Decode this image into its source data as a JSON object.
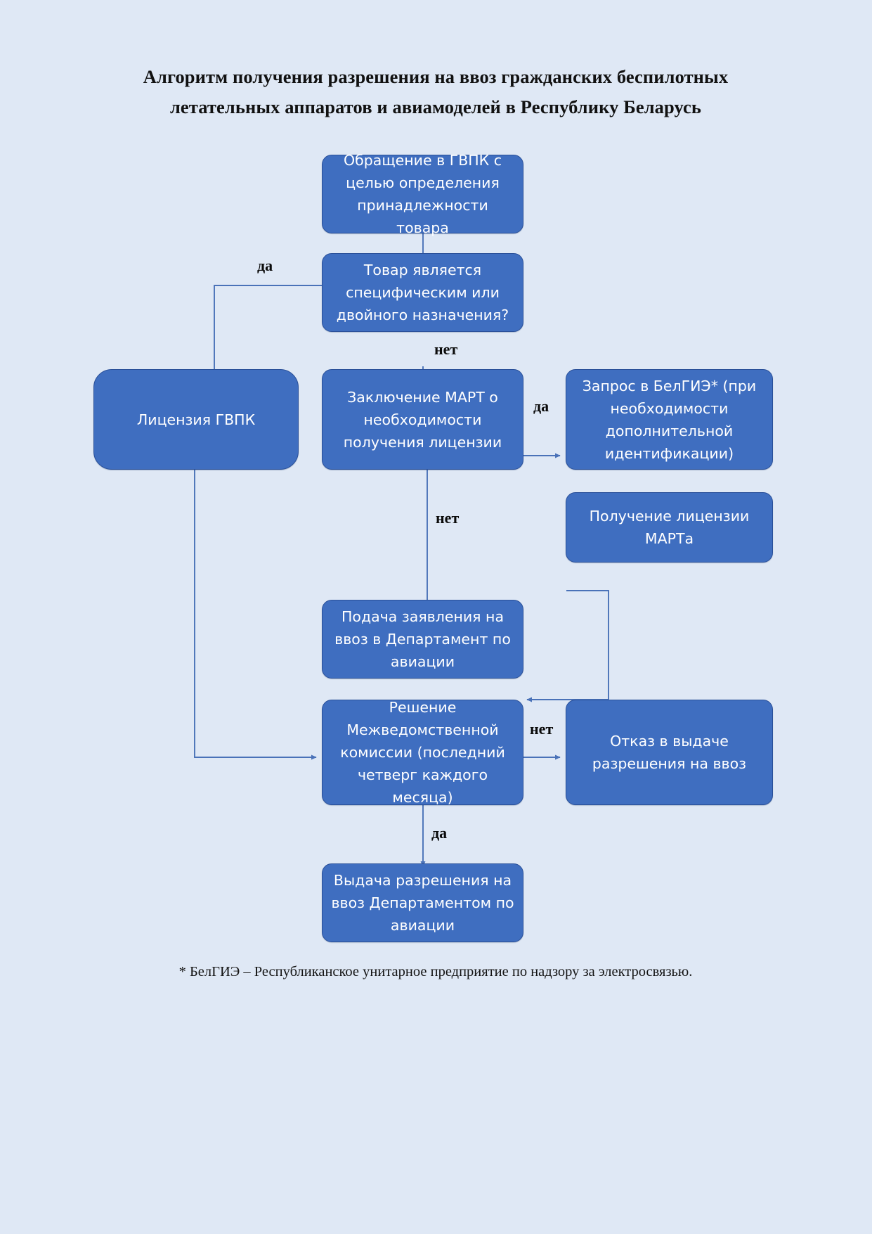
{
  "page": {
    "title_line1": "Алгоритм получения разрешения на ввоз гражданских беспилотных",
    "title_line2": "летательных аппаратов и авиамоделей в Республику Беларусь",
    "footnote": "* БелГИЭ – Республиканское унитарное предприятие по надзору за электросвязью.",
    "background_color": "#dfe8f5",
    "node_fill_color": "#3f6ec0",
    "node_border_color": "#2a5099",
    "node_text_color": "#ffffff",
    "connector_color": "#4a72b8",
    "label_text_color": "#0b0b0b"
  },
  "chart_data": {
    "type": "diagram",
    "diagram_kind": "flowchart",
    "title": "Алгоритм получения разрешения на ввоз гражданских беспилотных летательных аппаратов и авиамоделей в Республику Беларусь",
    "nodes": [
      {
        "id": "n1",
        "label": "Обращение в ГВПК с целью определения принадлежности товара",
        "shape": "rounded-rect"
      },
      {
        "id": "n2",
        "label": "Товар является специфическим или двойного назначения?",
        "shape": "rounded-rect"
      },
      {
        "id": "n3",
        "label": "Лицензия ГВПК",
        "shape": "rounded-rect"
      },
      {
        "id": "n4",
        "label": "Заключение МАРТ о необходимости получения лицензии",
        "shape": "rounded-rect"
      },
      {
        "id": "n5",
        "label": "Запрос в БелГИЭ* (при необходимости дополнительной идентификации)",
        "shape": "rounded-rect"
      },
      {
        "id": "n6",
        "label": "Получение лицензии МАРТа",
        "shape": "rounded-rect"
      },
      {
        "id": "n7",
        "label": "Подача заявления на ввоз в Департамент по авиации",
        "shape": "rounded-rect"
      },
      {
        "id": "n8",
        "label": "Решение Межведомственной комиссии (последний четверг каждого месяца)",
        "shape": "rounded-rect"
      },
      {
        "id": "n9",
        "label": "Отказ в выдаче разрешения на ввоз",
        "shape": "rounded-rect"
      },
      {
        "id": "n10",
        "label": "Выдача разрешения на ввоз Департаментом по авиации",
        "shape": "rounded-rect"
      }
    ],
    "edges": [
      {
        "from": "n1",
        "to": "n2",
        "label": ""
      },
      {
        "from": "n2",
        "to": "n3",
        "label": "да"
      },
      {
        "from": "n2",
        "to": "n4",
        "label": "нет"
      },
      {
        "from": "n4",
        "to": "n5",
        "label": "да"
      },
      {
        "from": "n4",
        "to": "n7",
        "label": "нет"
      },
      {
        "from": "n5",
        "to": "n6",
        "label": ""
      },
      {
        "from": "n6",
        "to": "n7",
        "label": ""
      },
      {
        "from": "n3",
        "to": "n8",
        "label": ""
      },
      {
        "from": "n7",
        "to": "n8",
        "label": ""
      },
      {
        "from": "n8",
        "to": "n9",
        "label": "нет"
      },
      {
        "from": "n8",
        "to": "n10",
        "label": "да"
      }
    ],
    "edge_labels": [
      "да",
      "нет",
      "да",
      "нет",
      "нет",
      "да"
    ]
  },
  "nodes": {
    "n1": "Обращение в ГВПК с целью определения принадлежности товара",
    "n2": "Товар является специфическим или двойного назначения?",
    "n3": "Лицензия ГВПК",
    "n4": "Заключение МАРТ о необходимости получения лицензии",
    "n5": "Запрос в БелГИЭ* (при необходимости дополнительной идентификации)",
    "n6": "Получение лицензии МАРТа",
    "n7": "Подача заявления на ввоз в Департамент по авиации",
    "n8": "Решение Межведомственной комиссии (последний четверг каждого месяца)",
    "n9": "Отказ в выдаче разрешения на ввоз",
    "n10": "Выдача разрешения на ввоз Департаментом по авиации"
  },
  "labels": {
    "yes_to_license": "да",
    "no_to_mart": "нет",
    "yes_to_belgie": "да",
    "no_to_application": "нет",
    "no_to_refusal": "нет",
    "yes_to_issue": "да"
  }
}
